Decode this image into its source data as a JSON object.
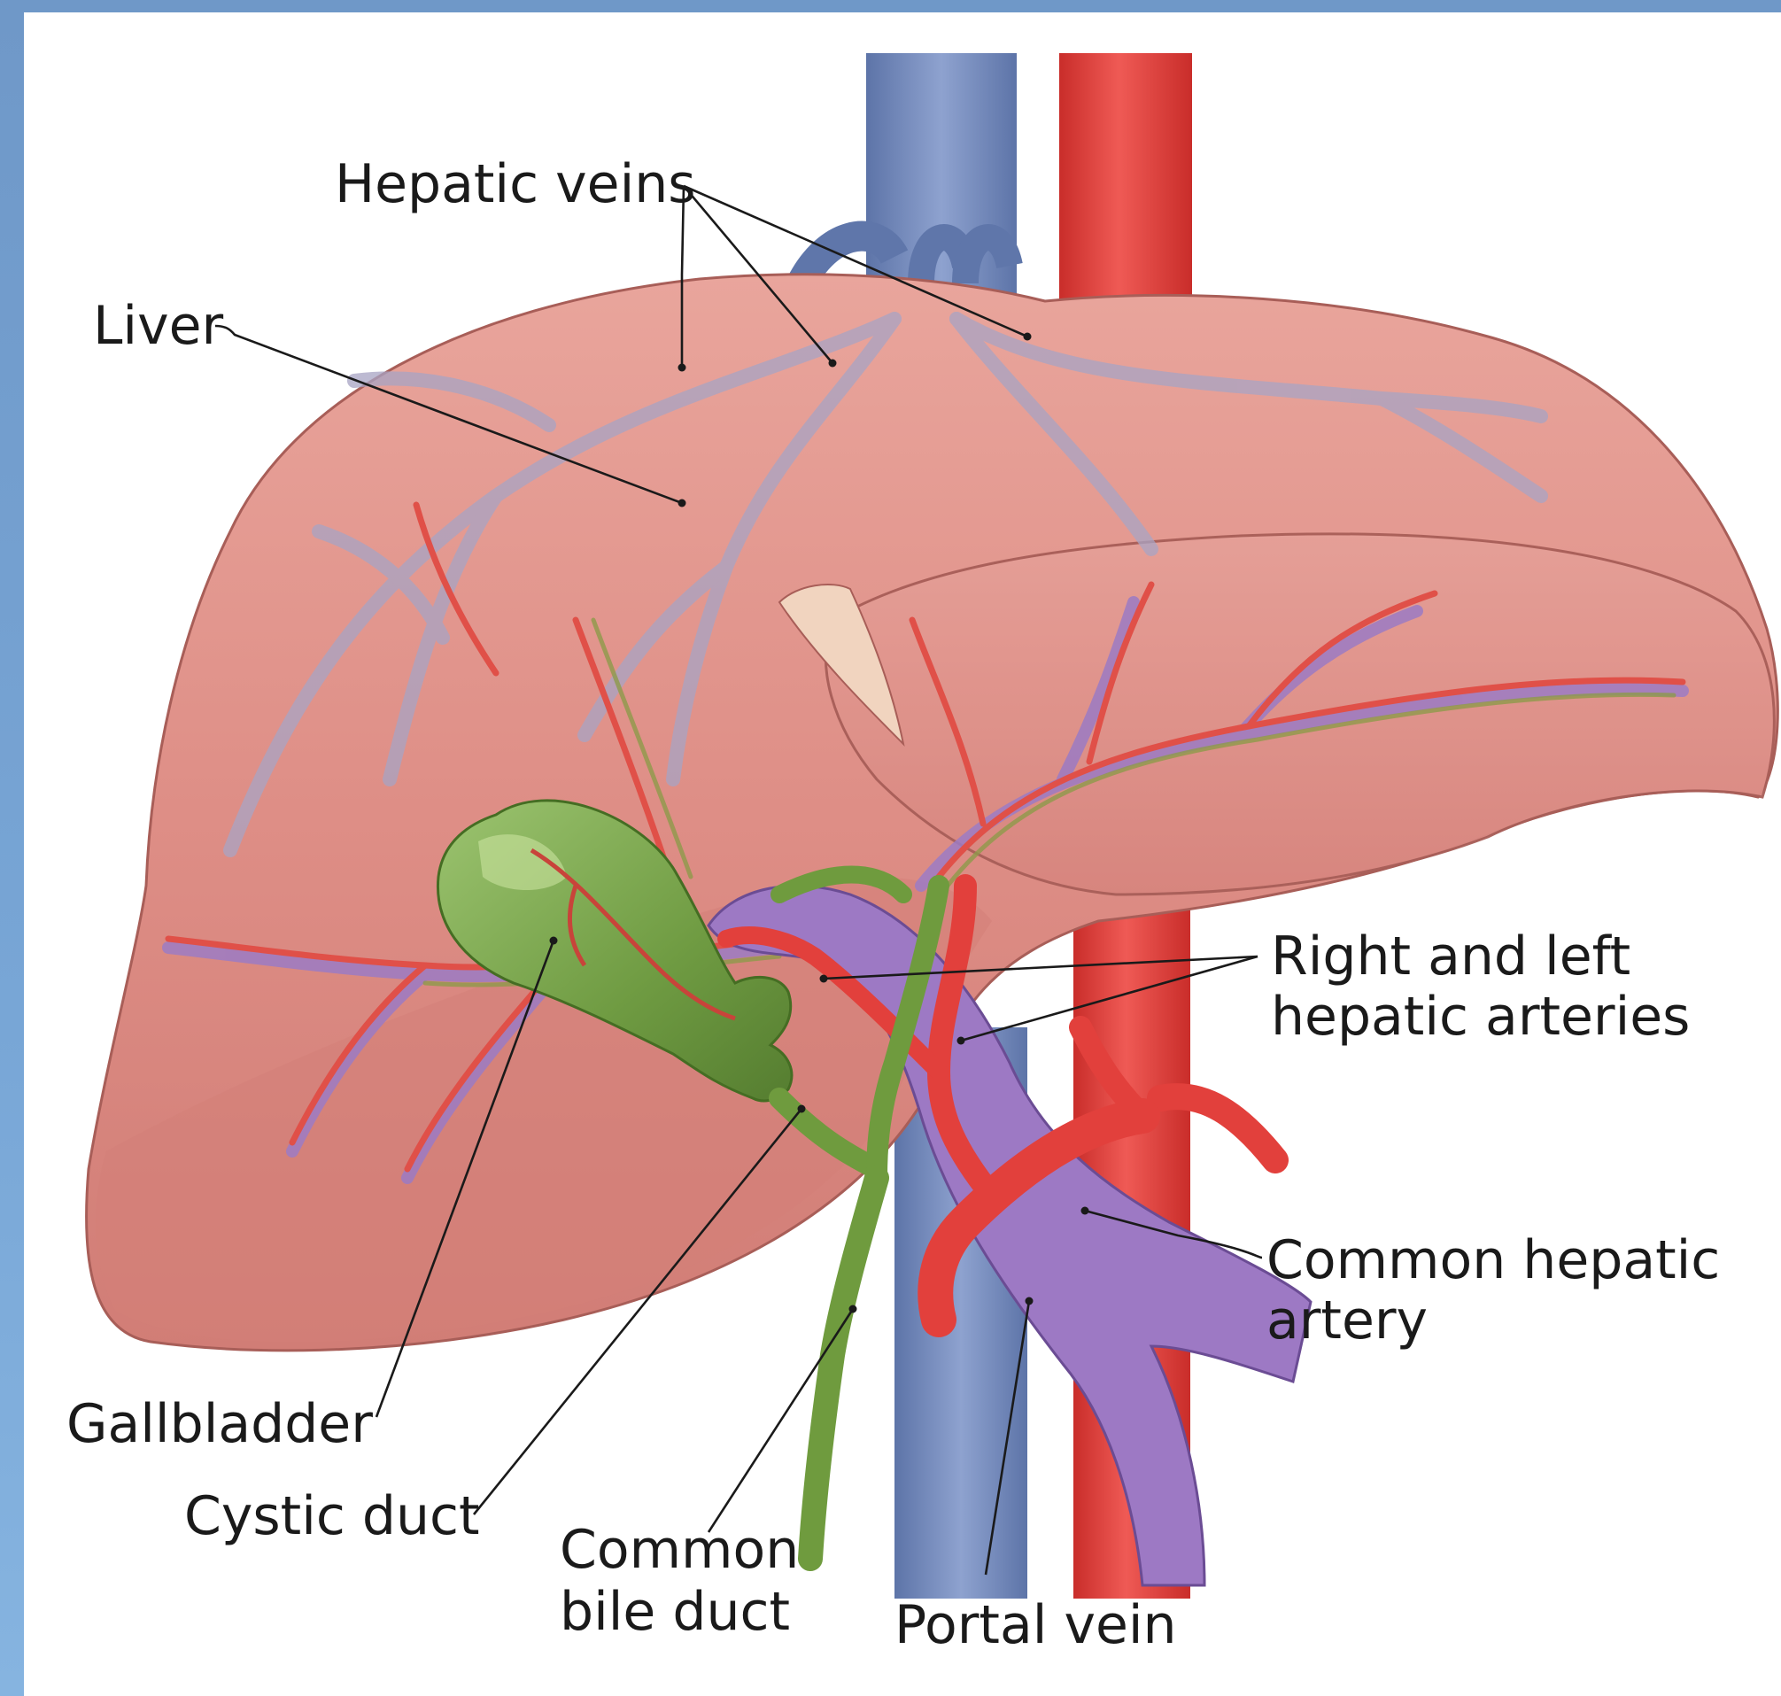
{
  "labels": {
    "hepatic_veins": "Hepatic veins",
    "liver": "Liver",
    "right_left_hepatic_arteries_line1": "Right and left",
    "right_left_hepatic_arteries_line2": "hepatic arteries",
    "common_hepatic_artery_line1": "Common hepatic",
    "common_hepatic_artery_line2": "artery",
    "gallbladder": "Gallbladder",
    "cystic_duct": "Cystic duct",
    "common_bile_duct_line1": "Common",
    "common_bile_duct_line2": "bile duct",
    "portal_vein": "Portal vein"
  },
  "colors": {
    "frame": "#78a6d6",
    "liver": "#df8f87",
    "inferior_vena_cava": "#6f86b8",
    "aorta_artery": "#e2403c",
    "portal_vein": "#9c78c2",
    "gallbladder_bile": "#78a44a"
  }
}
